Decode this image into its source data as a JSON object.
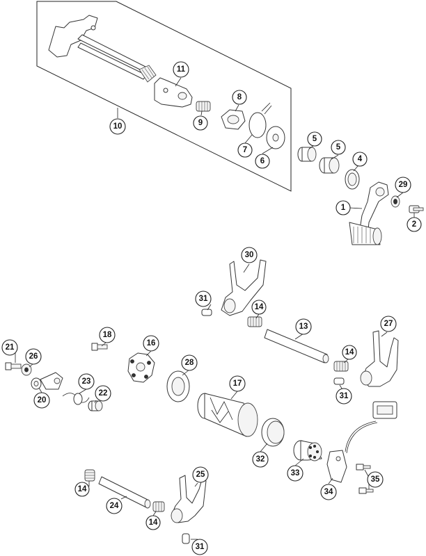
{
  "diagram": {
    "callouts": {
      "c1": "1",
      "c2": "2",
      "c4": "4",
      "c5a": "5",
      "c5b": "5",
      "c6": "6",
      "c7": "7",
      "c8": "8",
      "c9": "9",
      "c10": "10",
      "c11": "11",
      "c13": "13",
      "c14a": "14",
      "c14b": "14",
      "c14c": "14",
      "c14d": "14",
      "c16": "16",
      "c17": "17",
      "c18": "18",
      "c20": "20",
      "c21": "21",
      "c22": "22",
      "c23": "23",
      "c24": "24",
      "c25": "25",
      "c26": "26",
      "c27": "27",
      "c28": "28",
      "c29": "29",
      "c30": "30",
      "c31a": "31",
      "c31b": "31",
      "c31c": "31",
      "c32": "32",
      "c33": "33",
      "c34": "34",
      "c35": "35"
    }
  }
}
